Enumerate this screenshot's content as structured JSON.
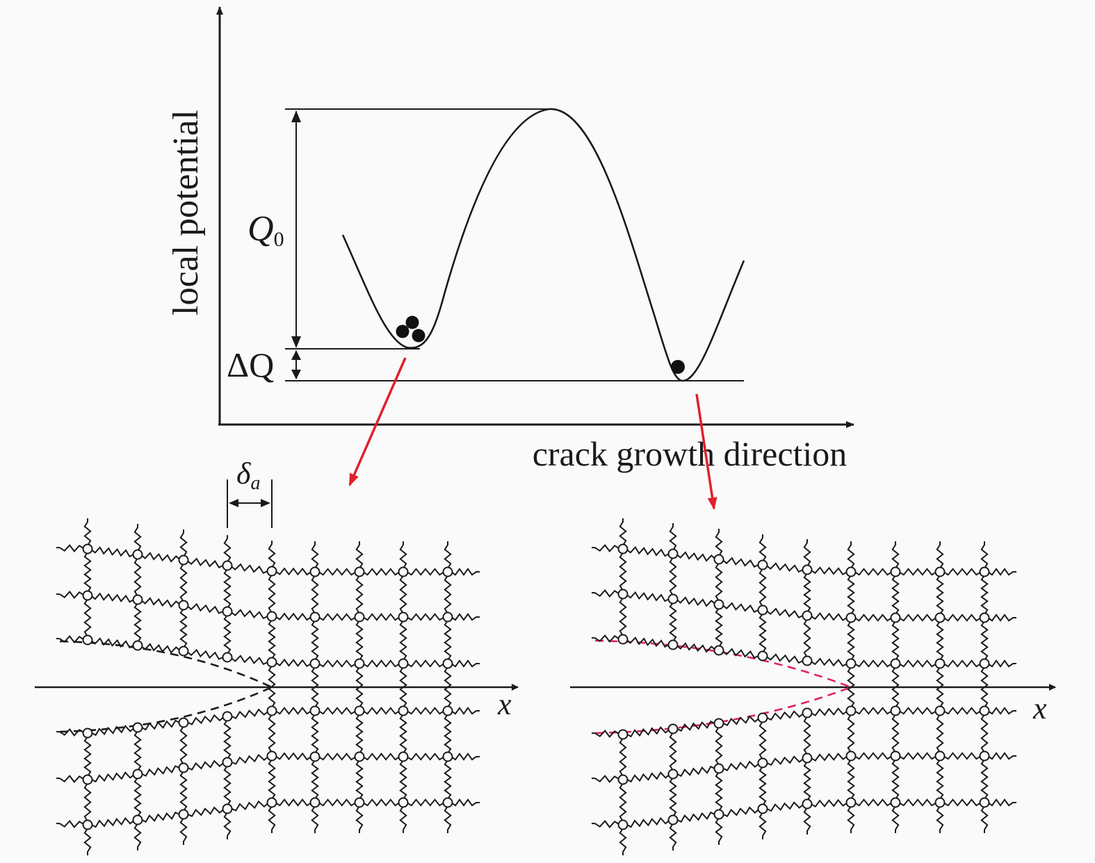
{
  "potential": {
    "ylabel": "local potential",
    "xlabel": "crack growth direction",
    "barrier_label": "Q",
    "barrier_sub": "0",
    "delta_label": "ΔQ"
  },
  "lattice_left": {
    "spacing_label": "δ",
    "spacing_sub": "a",
    "axis_label": "x"
  },
  "lattice_right": {
    "axis_label": "x"
  },
  "colors": {
    "ink": "#1a1a1a",
    "arrow": "#e0202a",
    "crack_right": "#e0206a",
    "background": "#fafafa"
  }
}
